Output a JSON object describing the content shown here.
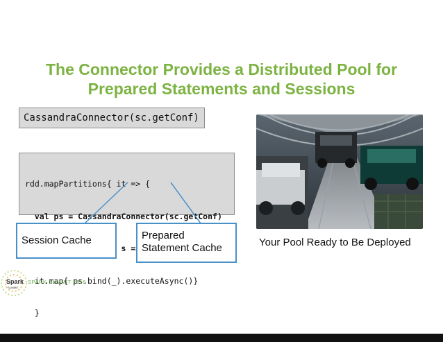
{
  "slide": {
    "title_line1": "The Connector Provides a Distributed Pool for",
    "title_line2": "Prepared Statements and Sessions",
    "connector_code": "CassandraConnector(sc.getConf)",
    "code_lines": [
      "rdd.mapPartitions{ it => {",
      "  val ps = CassandraConnector(sc.getConf)",
      "    .withSessionDo( s => s.prepare)",
      "  it.map{ ps.bind(_).executeAsync()}",
      "  }"
    ],
    "callout_session": "Session Cache",
    "callout_prepared_line1": "Prepared",
    "callout_prepared_line2": "Statement Cache",
    "photo_caption": "Your Pool Ready to Be Deployed",
    "logo_text": "Spark",
    "logo_subtext": "SUMMIT",
    "footer_text": "SPARK SUMMIT 2016"
  },
  "colors": {
    "title": "#7cb342",
    "callout_border": "#4a90c8",
    "code_bg": "#d9d9d9"
  }
}
